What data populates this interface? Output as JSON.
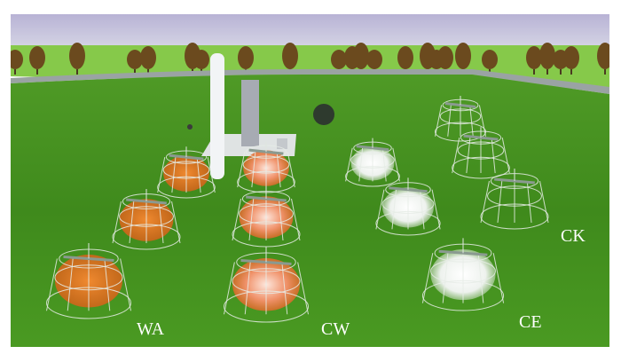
{
  "labels": {
    "wa": "WA",
    "cw": "CW",
    "ce": "CE",
    "ck": "CK"
  },
  "colors": {
    "sky_top": "#b9b4d6",
    "sky_bottom": "#e4e6ee",
    "grass": "#3f8f1f",
    "grass_far": "#7cc23a",
    "road": "#9aa3a3",
    "warming_fill": "#e2711f",
    "combined_fill": "#f0a07a",
    "cover_fill": "#f4f6f2",
    "frame": "#e6ece6"
  }
}
